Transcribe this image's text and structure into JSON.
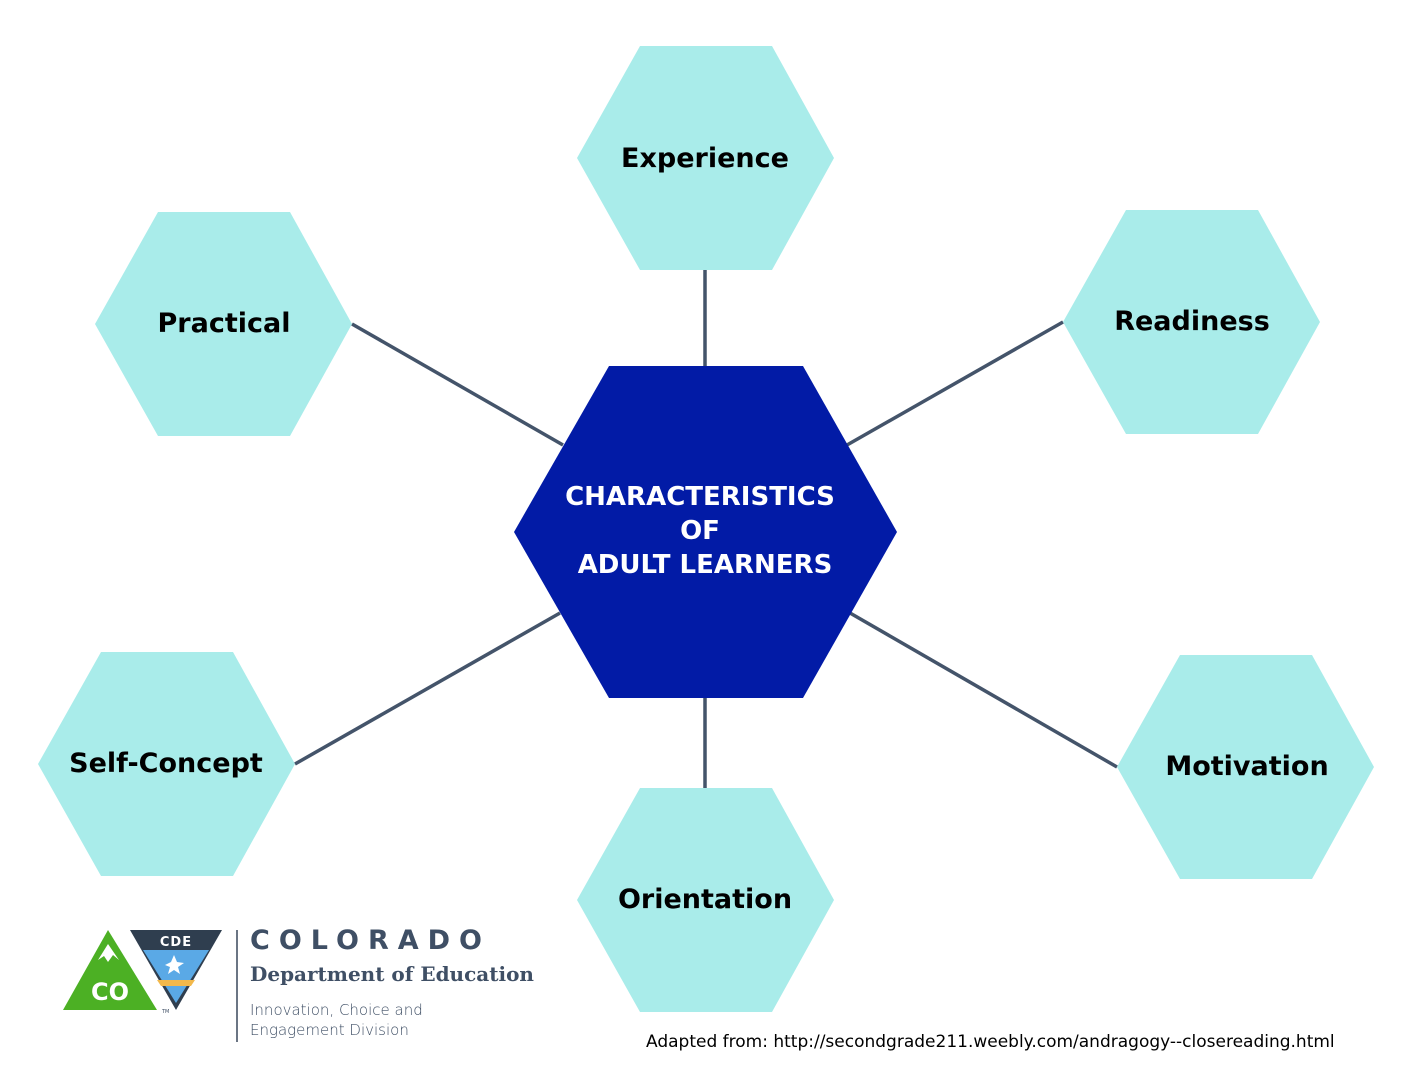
{
  "center": {
    "line1": "CHARACTERISTICS",
    "line2": "OF",
    "line3": "ADULT LEARNERS"
  },
  "nodes": {
    "experience": "Experience",
    "practical": "Practical",
    "readiness": "Readiness",
    "self_concept": "Self-Concept",
    "orientation": "Orientation",
    "motivation": "Motivation"
  },
  "logo": {
    "badge_left": "CO",
    "badge_right": "CDE",
    "trademark": "TM",
    "title": "COLORADO",
    "department": "Department of Education",
    "division_line1": "Innovation, Choice and",
    "division_line2": "Engagement Division"
  },
  "source": "Adapted from: http://secondgrade211.weebly.com/andragogy--closereading.html",
  "colors": {
    "center": "#021ba6",
    "node": "#a9ecea",
    "connector": "#44546a",
    "logo_green": "#4cb024",
    "logo_dark": "#3f4f65"
  }
}
